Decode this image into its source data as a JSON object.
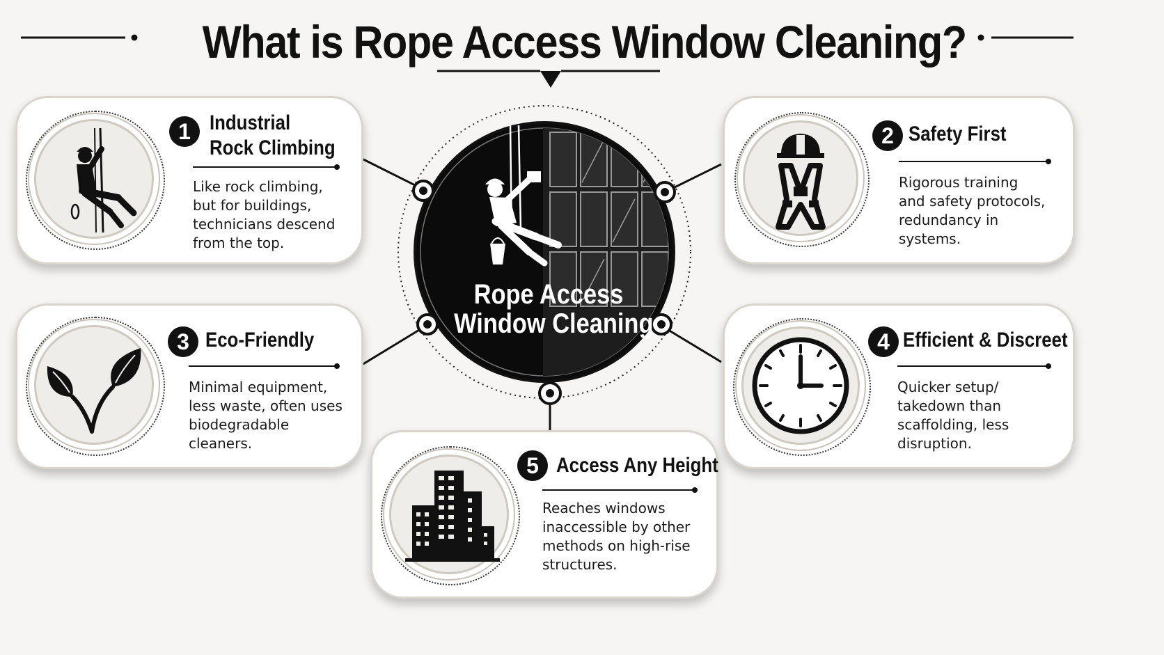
{
  "title": "What is Rope Access Window Cleaning?",
  "center": {
    "line1": "Rope Access",
    "line2": "Window Cleaning"
  },
  "cards": [
    {
      "number": "1",
      "title_lines": [
        "Industrial",
        "Rock Climbing"
      ],
      "desc_lines": [
        "Like rock climbing,",
        "but for buildings,",
        "technicians descend",
        "from the top."
      ],
      "icon": "rope-climber-icon"
    },
    {
      "number": "2",
      "title_lines": [
        "Safety First"
      ],
      "desc_lines": [
        "Rigorous training",
        "and safety protocols,",
        "redundancy in",
        "systems."
      ],
      "icon": "helmet-harness-icon"
    },
    {
      "number": "3",
      "title_lines": [
        "Eco-Friendly"
      ],
      "desc_lines": [
        "Minimal equipment,",
        "less waste, often uses",
        "biodegradable",
        "cleaners."
      ],
      "icon": "leaf-icon"
    },
    {
      "number": "4",
      "title_lines": [
        "Efficient & Discreet"
      ],
      "desc_lines": [
        "Quicker setup/",
        "takedown than",
        "scaffolding, less",
        "disruption."
      ],
      "icon": "clock-icon"
    },
    {
      "number": "5",
      "title_lines": [
        "Access Any Height"
      ],
      "desc_lines": [
        "Reaches windows",
        "inaccessible by other",
        "methods on high-rise",
        "structures."
      ],
      "icon": "skyscraper-icon"
    }
  ],
  "colors": {
    "background": "#f6f5f3",
    "card": "#ffffff",
    "card_border": "#d9d4cc",
    "ink": "#111111",
    "icon_disc": "#efedea"
  }
}
